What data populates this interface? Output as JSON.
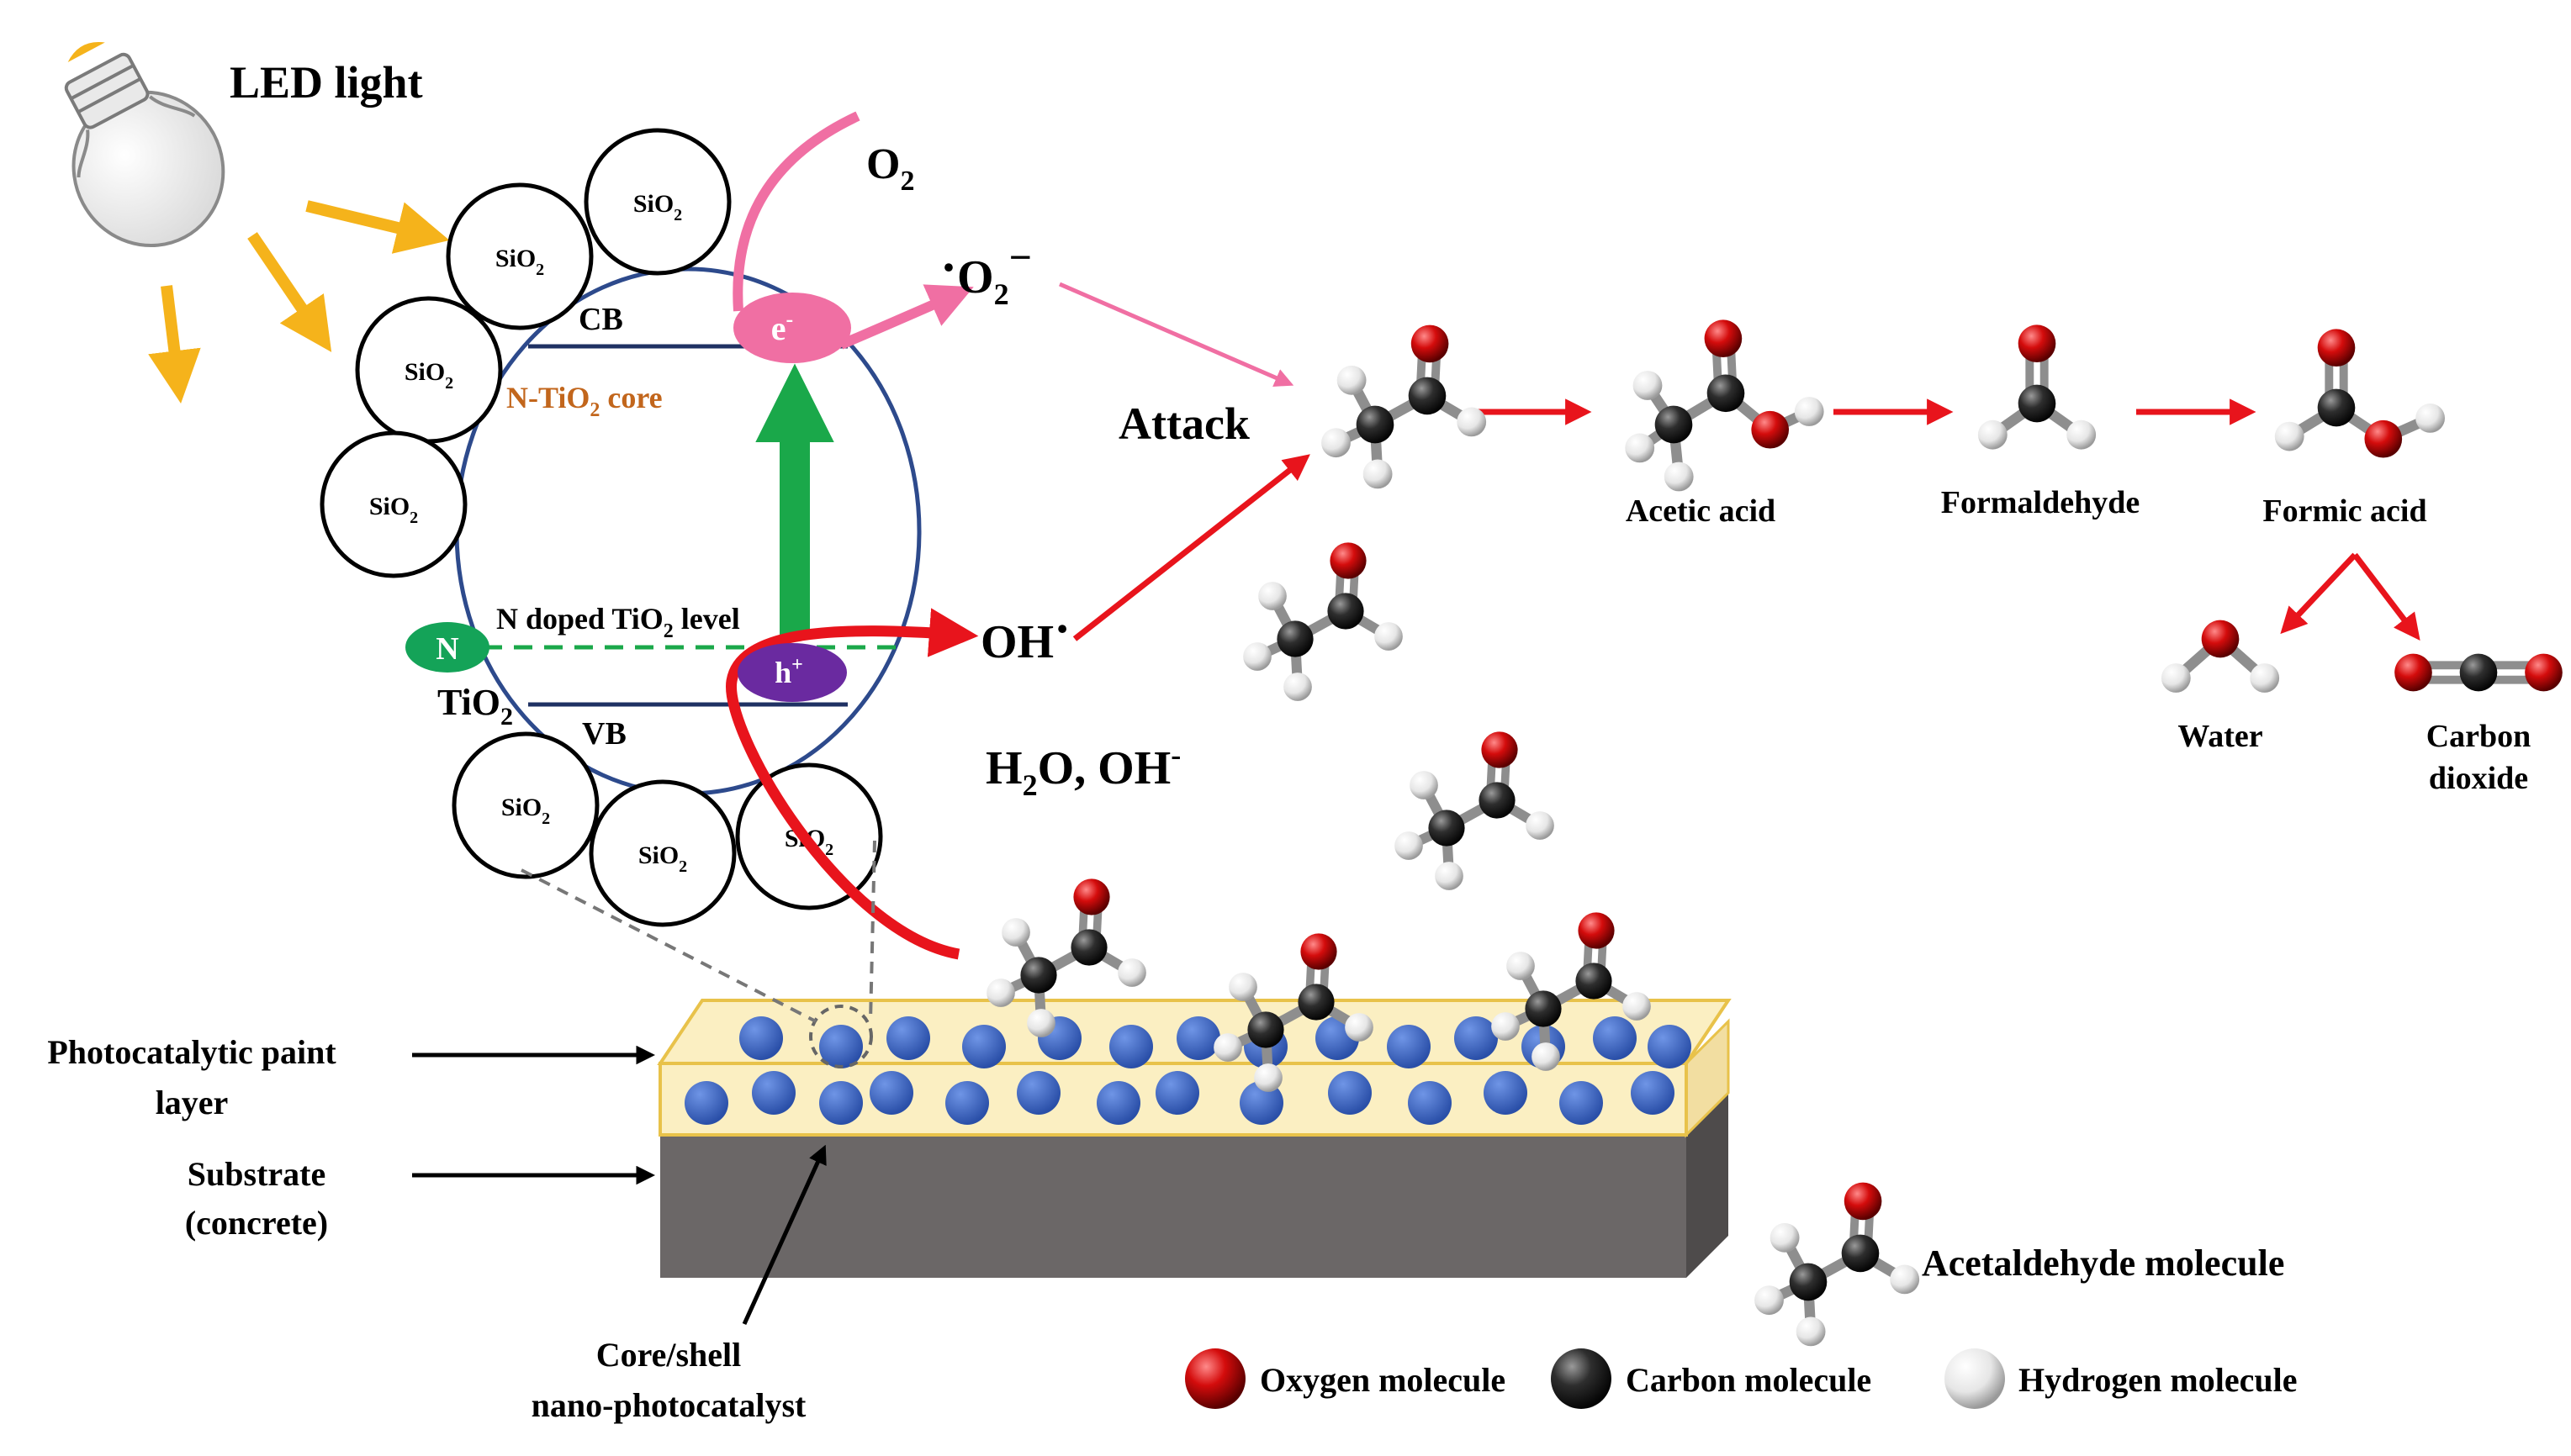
{
  "title_light": "LED light",
  "shell_label": "SiO",
  "shell_sub": "2",
  "band": {
    "cb": "CB",
    "vb": "VB",
    "core_pre": "N-TiO",
    "core_sub": "2",
    "core_post": " core",
    "n_level_pre": "N doped TiO",
    "n_level_sub": "2",
    "n_level_post": " level",
    "n_badge": "N",
    "tio2_pre": "TiO",
    "tio2_sub": "2",
    "electron": "e",
    "electron_sup": "-",
    "hole": "h",
    "hole_sup": "+"
  },
  "species": {
    "o2_pre": "O",
    "o2_sub": "2",
    "superoxide_dot": "·",
    "superoxide_pre": "O",
    "superoxide_sub": "2",
    "superoxide_sup": "−",
    "oh_radical": "OH",
    "oh_dot": "·",
    "h2o_pre": "H",
    "h2o_sub": "2",
    "h2o_post": "O, OH",
    "h2o_sup": "-"
  },
  "attack": "Attack",
  "products": {
    "acetic": "Acetic acid",
    "formaldehyde": "Formaldehyde",
    "formic": "Formic acid",
    "water": "Water",
    "co2_line1": "Carbon",
    "co2_line2": "dioxide"
  },
  "layers": {
    "paint_line1": "Photocatalytic paint",
    "paint_line2": "layer",
    "substrate_line1": "Substrate",
    "substrate_line2": "(concrete)",
    "core_line1": "Core/shell",
    "core_line2": "nano-photocatalyst"
  },
  "legend": {
    "acetaldehyde": "Acetaldehyde molecule",
    "oxygen": "Oxygen molecule",
    "carbon": "Carbon molecule",
    "hydrogen": "Hydrogen molecule"
  },
  "colors": {
    "light_arrow": "#f5b31b",
    "pink": "#f06fa3",
    "red": "#e8141c",
    "green": "#1aa84a",
    "core_circle": "#2d4a8c",
    "nano_sphere": "#3a66c9",
    "paint_fill": "#fbefc2",
    "concrete": "#6b6767",
    "hole": "#6a2aa0",
    "n_badge": "#14a358",
    "core_label": "#c2661c"
  }
}
